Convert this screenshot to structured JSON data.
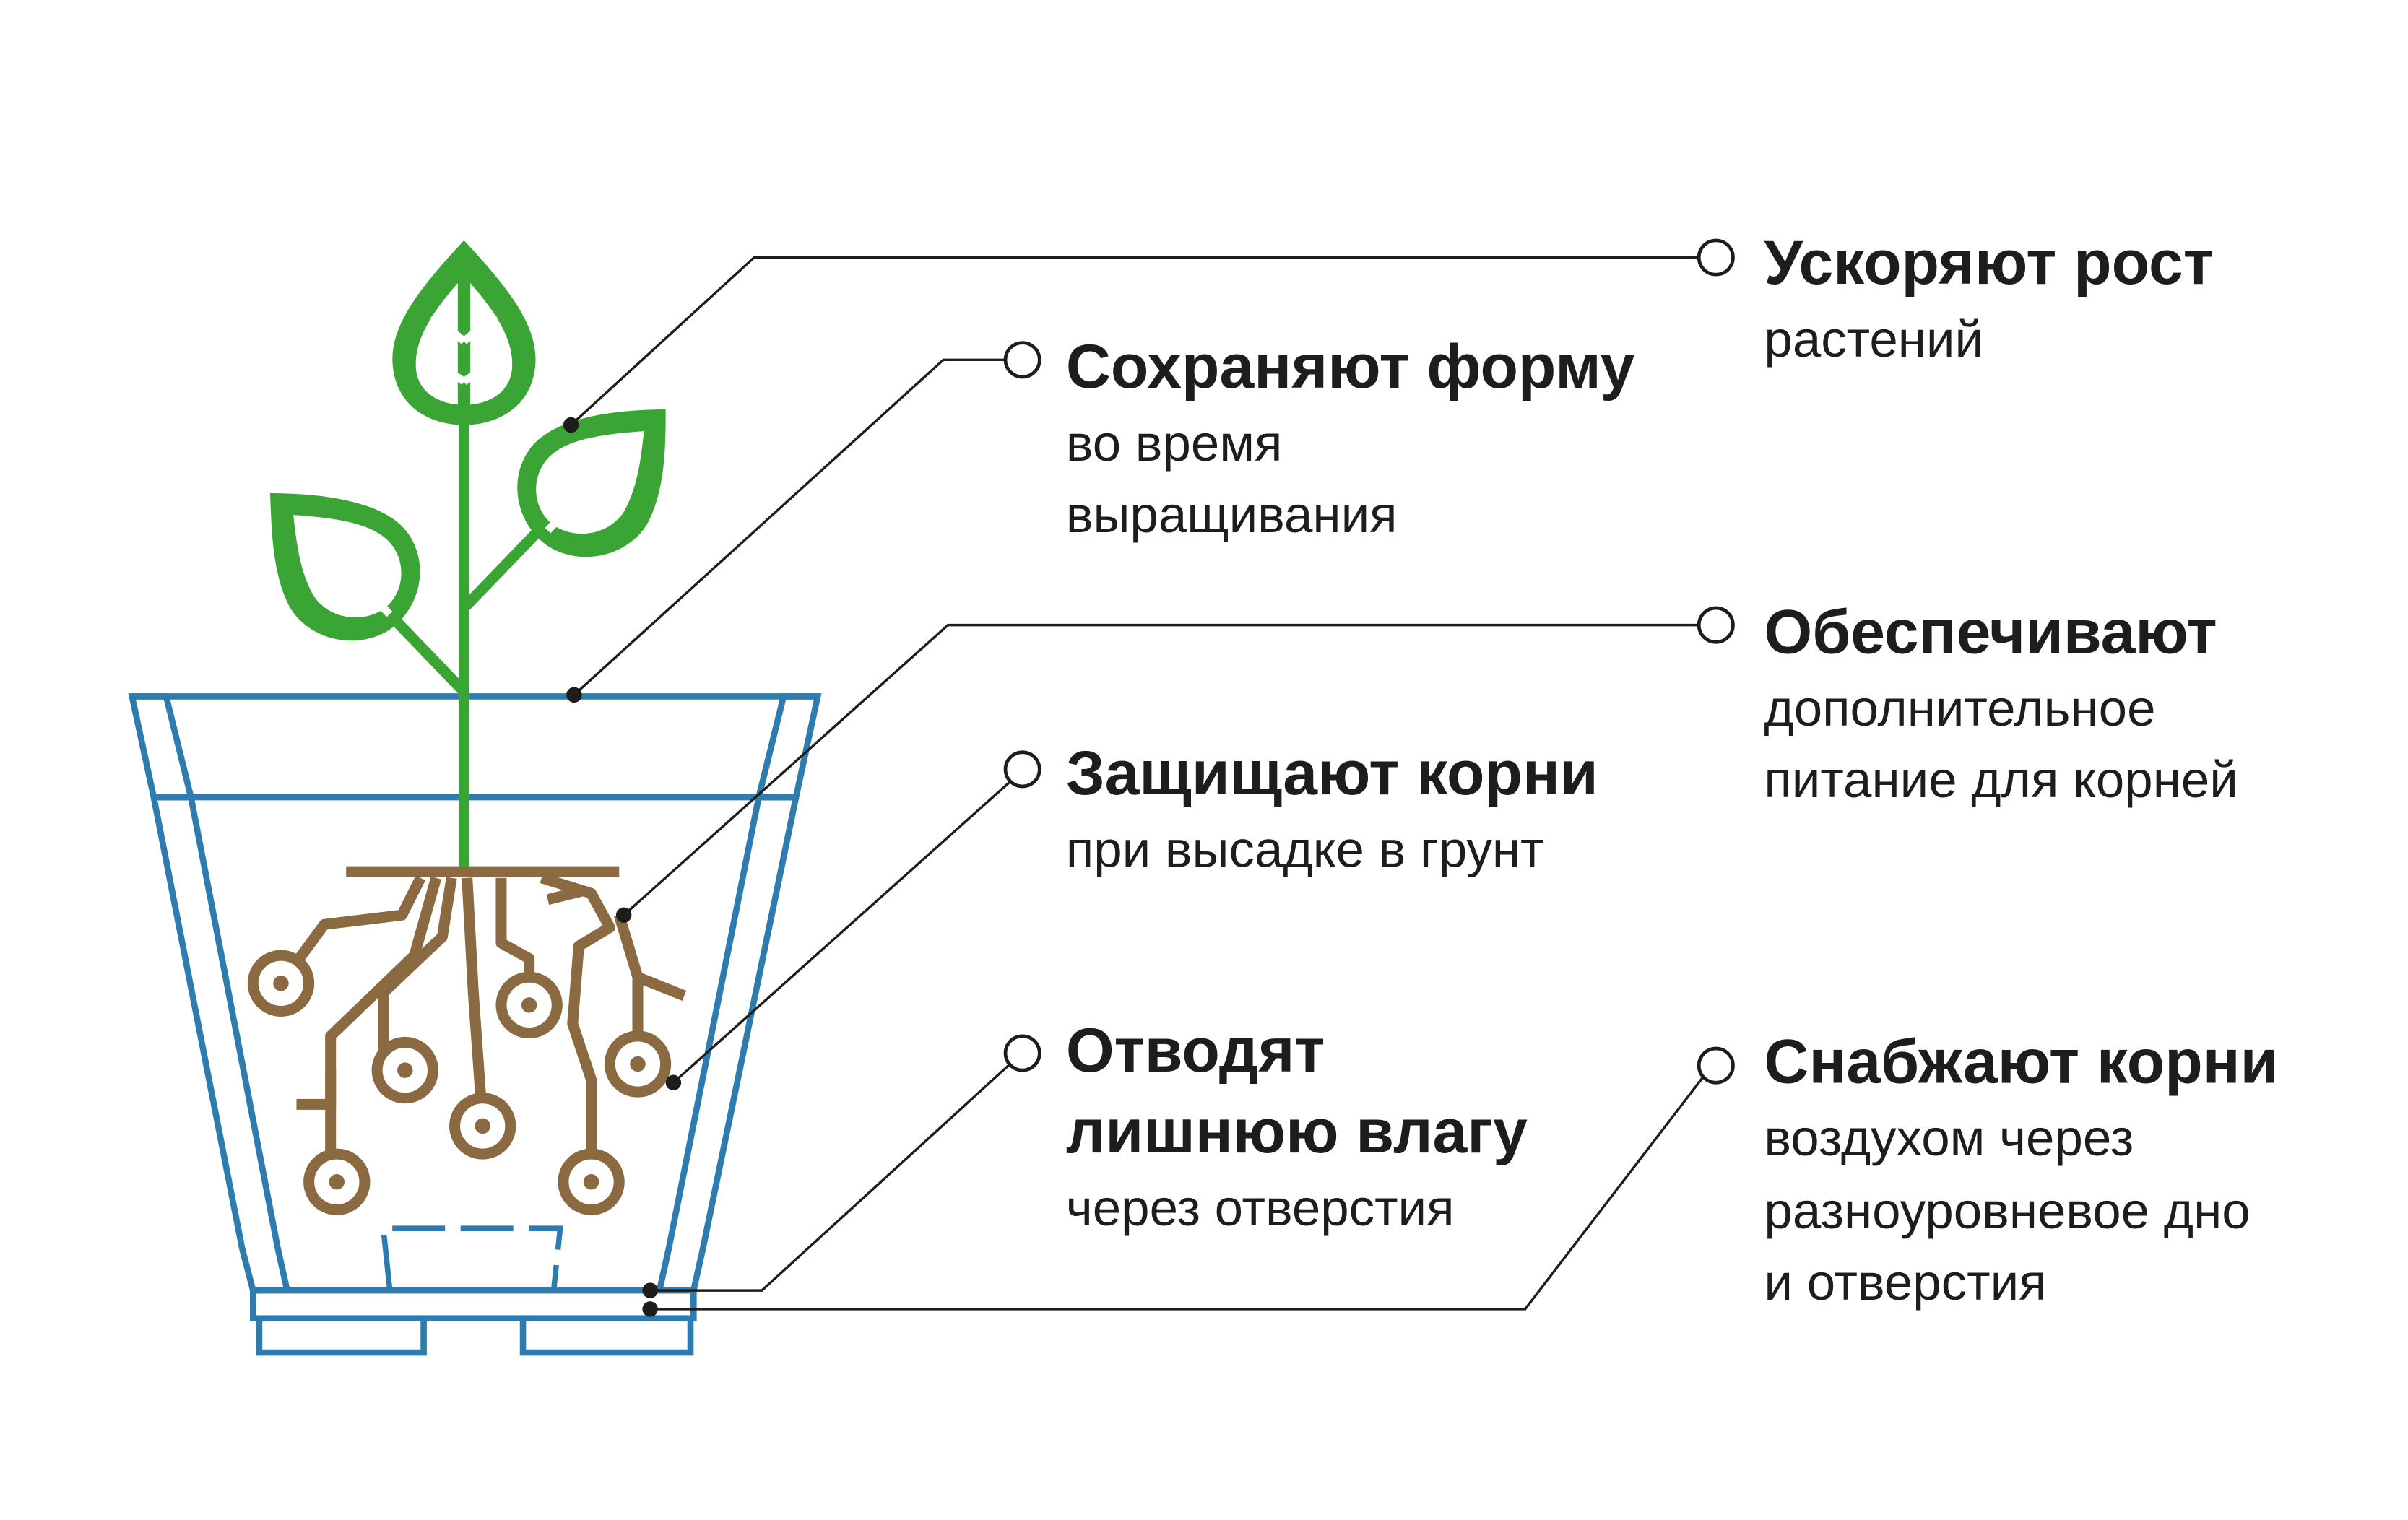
{
  "colors": {
    "pot": "#2e7bb0",
    "plant": "#3aa535",
    "roots": "#8b6a42",
    "text": "#1d1d1b",
    "background": "#ffffff"
  },
  "callouts": [
    {
      "id": "accelerate-growth",
      "title": [
        "Ускоряют рост"
      ],
      "body": [
        "растений"
      ]
    },
    {
      "id": "keep-shape",
      "title": [
        "Сохраняют форму"
      ],
      "body": [
        "во время",
        "выращивания"
      ]
    },
    {
      "id": "extra-nutrition",
      "title": [
        "Обеспечивают"
      ],
      "body": [
        "дополнительное",
        "питание для корней"
      ]
    },
    {
      "id": "protect-roots",
      "title": [
        "Защищают корни"
      ],
      "body": [
        "при высадке в грунт"
      ]
    },
    {
      "id": "drain-moisture",
      "title": [
        "Отводят",
        "лишнюю влагу"
      ],
      "body": [
        "через отверстия"
      ]
    },
    {
      "id": "supply-air",
      "title": [
        "Снабжают корни"
      ],
      "body": [
        "воздухом через",
        "разноуровневое дно",
        "и отверстия"
      ]
    }
  ]
}
